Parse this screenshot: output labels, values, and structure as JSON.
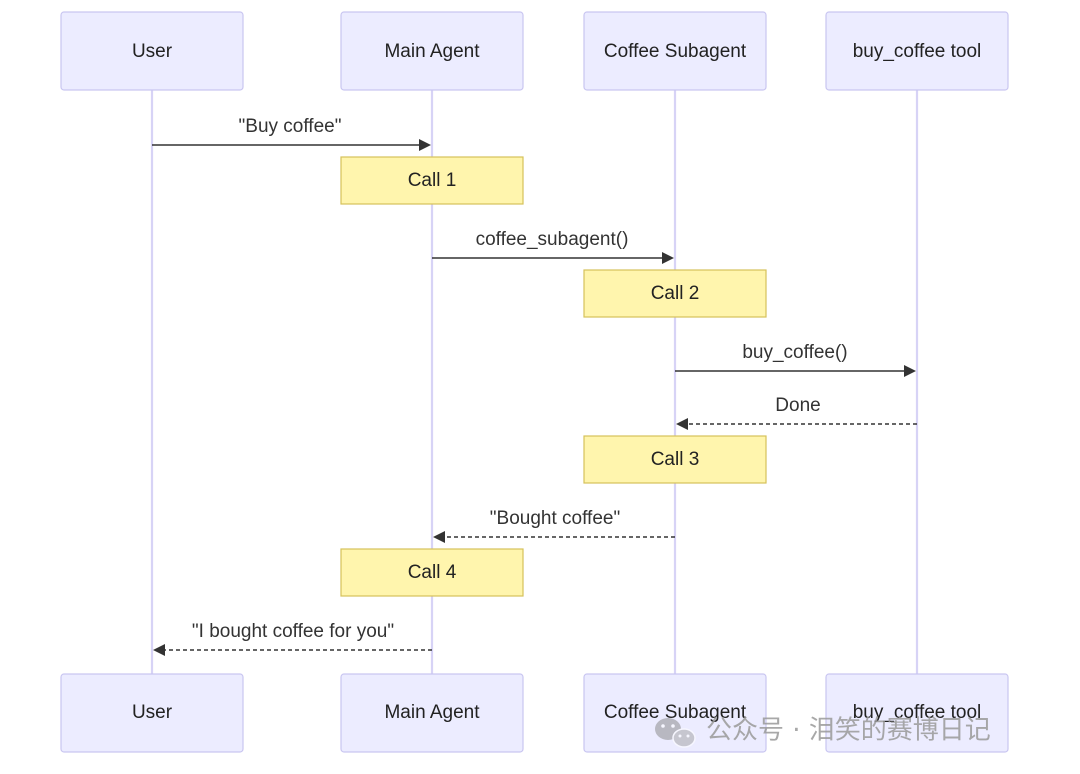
{
  "participants": [
    {
      "label": "User"
    },
    {
      "label": "Main Agent"
    },
    {
      "label": "Coffee Subagent"
    },
    {
      "label": "buy_coffee tool"
    }
  ],
  "messages": [
    {
      "from": 0,
      "to": 1,
      "text": "\"Buy coffee\"",
      "style": "solid"
    },
    {
      "from": 1,
      "to": 2,
      "text": "coffee_subagent()",
      "style": "solid"
    },
    {
      "from": 2,
      "to": 3,
      "text": "buy_coffee()",
      "style": "solid"
    },
    {
      "from": 3,
      "to": 2,
      "text": "Done",
      "style": "dashed"
    },
    {
      "from": 2,
      "to": 1,
      "text": "\"Bought coffee\"",
      "style": "dashed"
    },
    {
      "from": 1,
      "to": 0,
      "text": "\"I bought coffee for you\"",
      "style": "dashed"
    }
  ],
  "notes": [
    {
      "over": 1,
      "text": "Call 1"
    },
    {
      "over": 2,
      "text": "Call 2"
    },
    {
      "over": 2,
      "text": "Call 3"
    },
    {
      "over": 1,
      "text": "Call 4"
    }
  ],
  "watermark": {
    "text": "公众号 · 泪笑的赛博日记",
    "icon": "wechat-icon"
  }
}
